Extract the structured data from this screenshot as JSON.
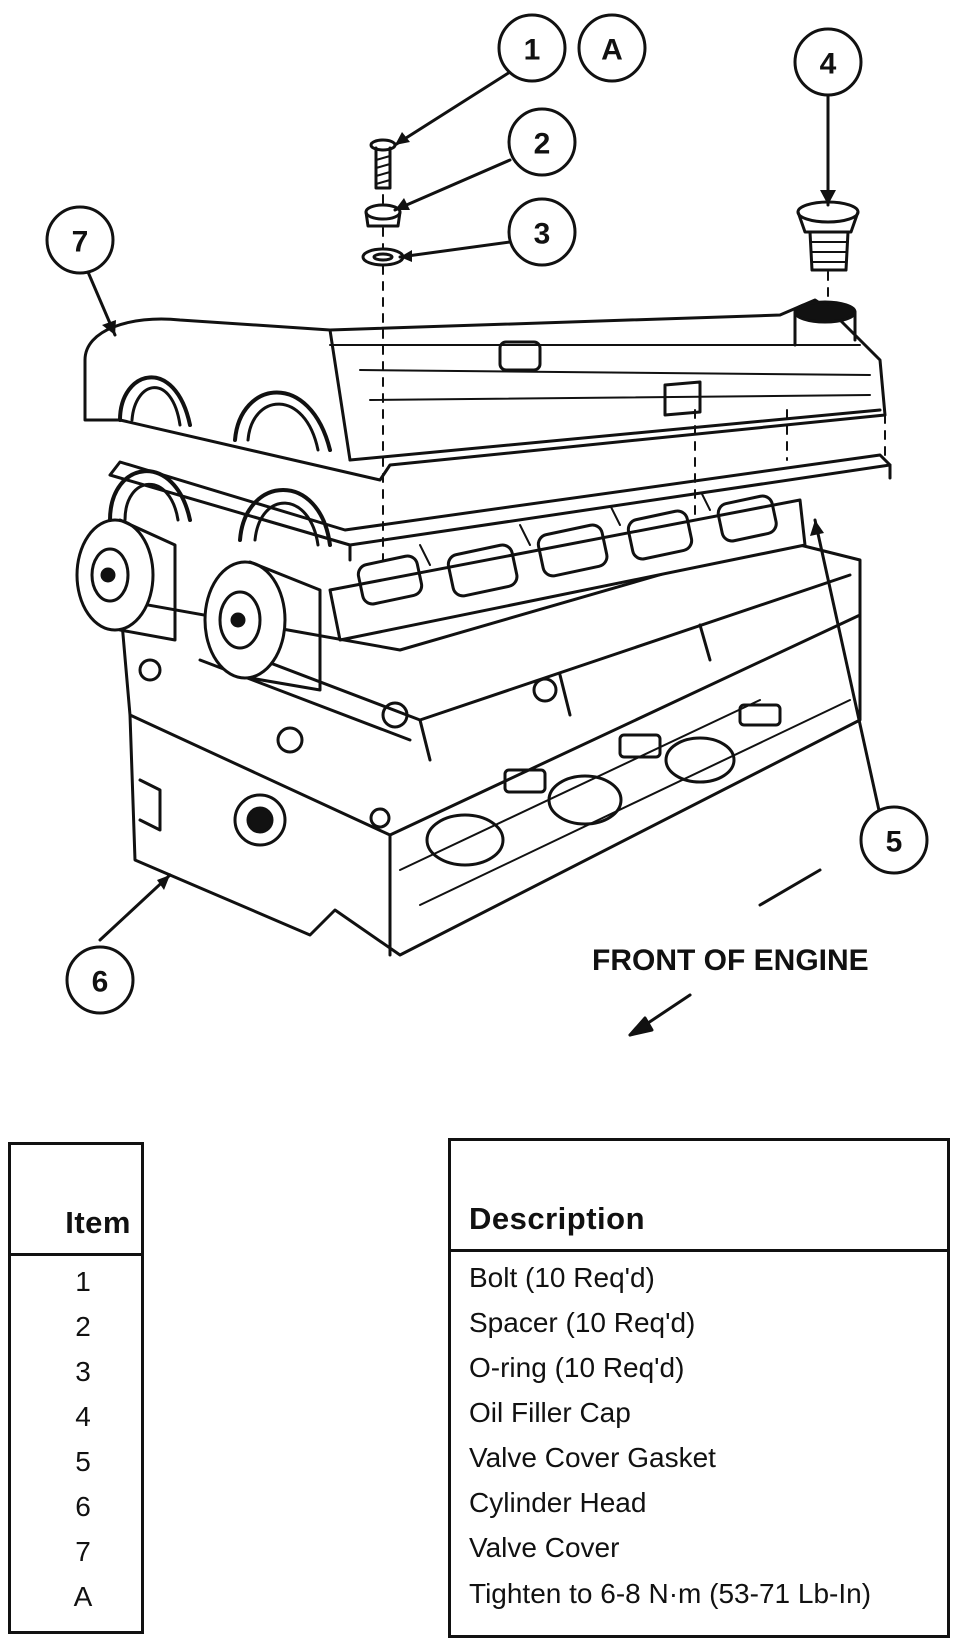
{
  "diagram": {
    "callouts": [
      "1",
      "A",
      "2",
      "3",
      "4",
      "7",
      "5",
      "6"
    ],
    "front_label": "FRONT OF ENGINE"
  },
  "legend": {
    "item_header": "Item",
    "description_header": "Description",
    "rows": [
      {
        "item": "1",
        "description": "Bolt (10 Req'd)"
      },
      {
        "item": "2",
        "description": "Spacer (10 Req'd)"
      },
      {
        "item": "3",
        "description": "O-ring (10 Req'd)"
      },
      {
        "item": "4",
        "description": "Oil Filler Cap"
      },
      {
        "item": "5",
        "description": "Valve Cover Gasket"
      },
      {
        "item": "6",
        "description": "Cylinder Head"
      },
      {
        "item": "7",
        "description": "Valve Cover"
      },
      {
        "item": "A",
        "description": "Tighten to 6-8 N·m (53-71 Lb-In)"
      }
    ]
  }
}
